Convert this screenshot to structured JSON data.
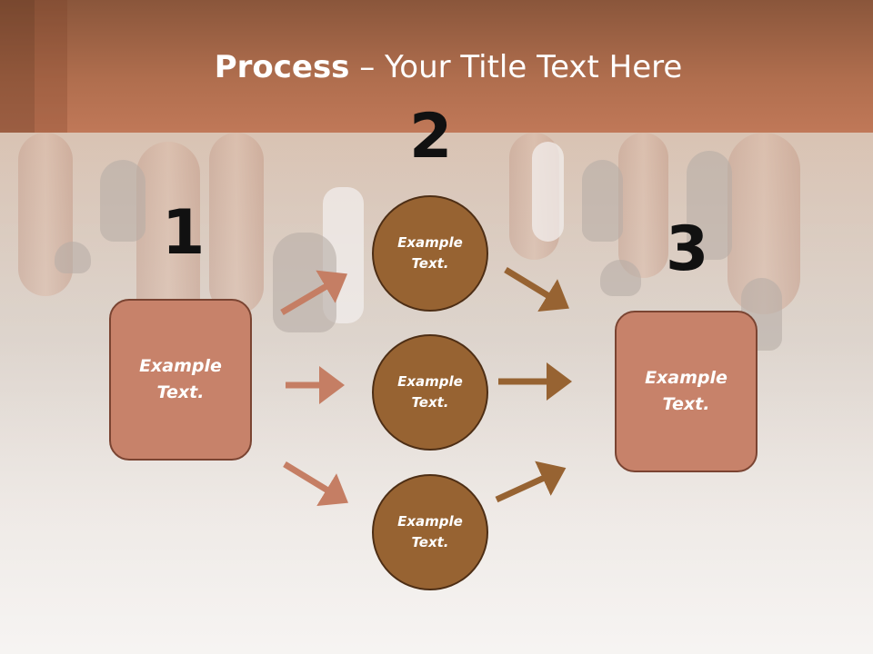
{
  "slide": {
    "title_bold": "Process",
    "title_rest": " – Your Title Text Here",
    "numbers": [
      "1",
      "2",
      "3"
    ],
    "left_box": "Example Text.",
    "circles": [
      "Example Text.",
      "Example Text.",
      "Example Text."
    ],
    "right_box": "Example Text."
  },
  "colors": {
    "header": "#b06e4e",
    "box_fill": "#c7826a",
    "circle_fill": "#976332",
    "arrow_light": "#c57e64",
    "arrow_dark": "#976332"
  },
  "background_image": "runners-legs-photo"
}
